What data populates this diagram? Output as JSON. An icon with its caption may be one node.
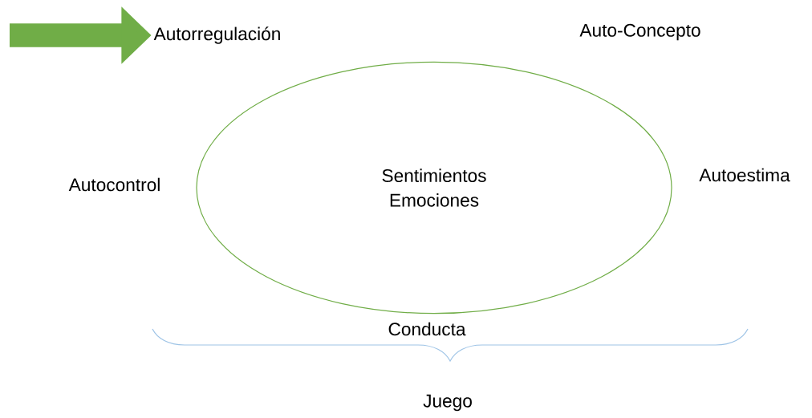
{
  "diagram": {
    "nodes": [
      {
        "text": [
          "Sentimientos Emociones"
        ]
      },
      {
        "text": [
          "Autorregulación"
        ]
      }
    ],
    "edges": [
      {
        "from": null,
        "to": 1,
        "arrow": "to",
        "color": "#70ad47"
      }
    ],
    "labels": [
      "Auto-Concepto",
      "Autocontrol",
      "Autoestima",
      "Conducta",
      "Juego"
    ]
  }
}
